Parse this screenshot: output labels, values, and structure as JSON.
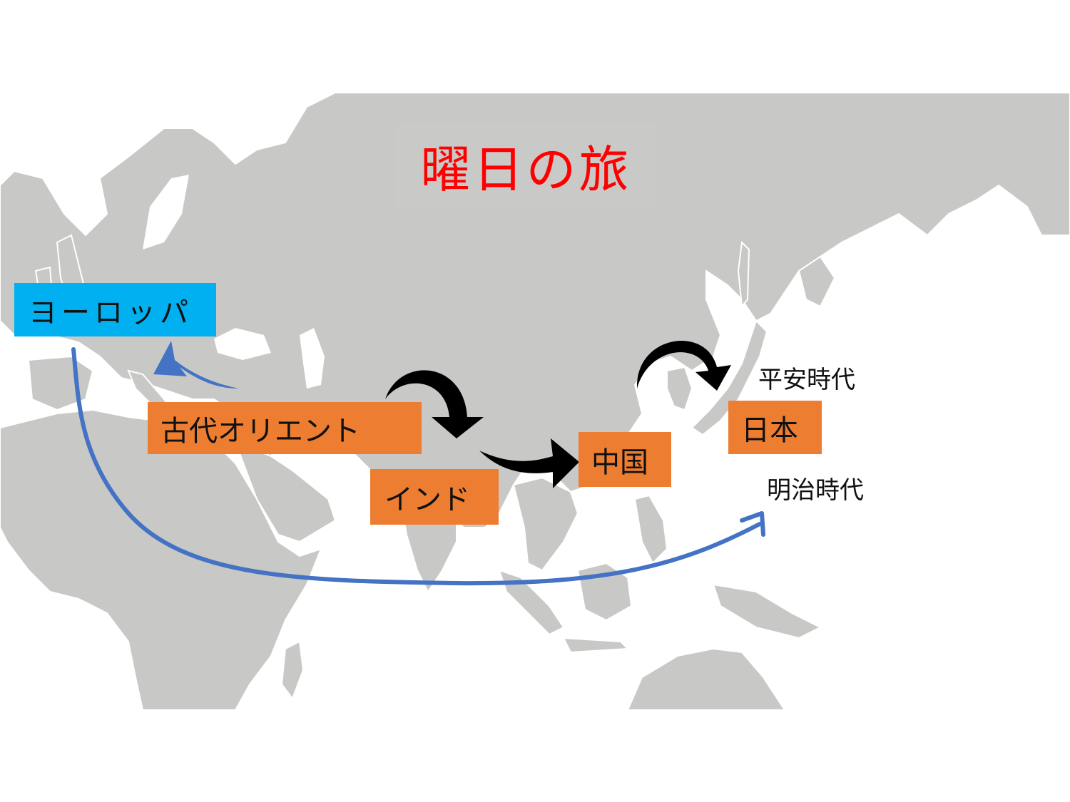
{
  "title": "曜日の旅",
  "regions": {
    "europe": "ヨーロッパ",
    "ancient_orient": "古代オリエント",
    "india": "インド",
    "china": "中国",
    "japan": "日本"
  },
  "eras": {
    "heian": "平安時代",
    "meiji": "明治時代"
  },
  "colors": {
    "land": "#c8c8c6",
    "coast": "#ffffff",
    "title_bg": "#c9c9c7",
    "title_text": "#ff0000",
    "region_box": "#ed7d31",
    "europe_box": "#00b0f0",
    "arrow_black": "#000000",
    "arrow_blue": "#4472c4"
  }
}
